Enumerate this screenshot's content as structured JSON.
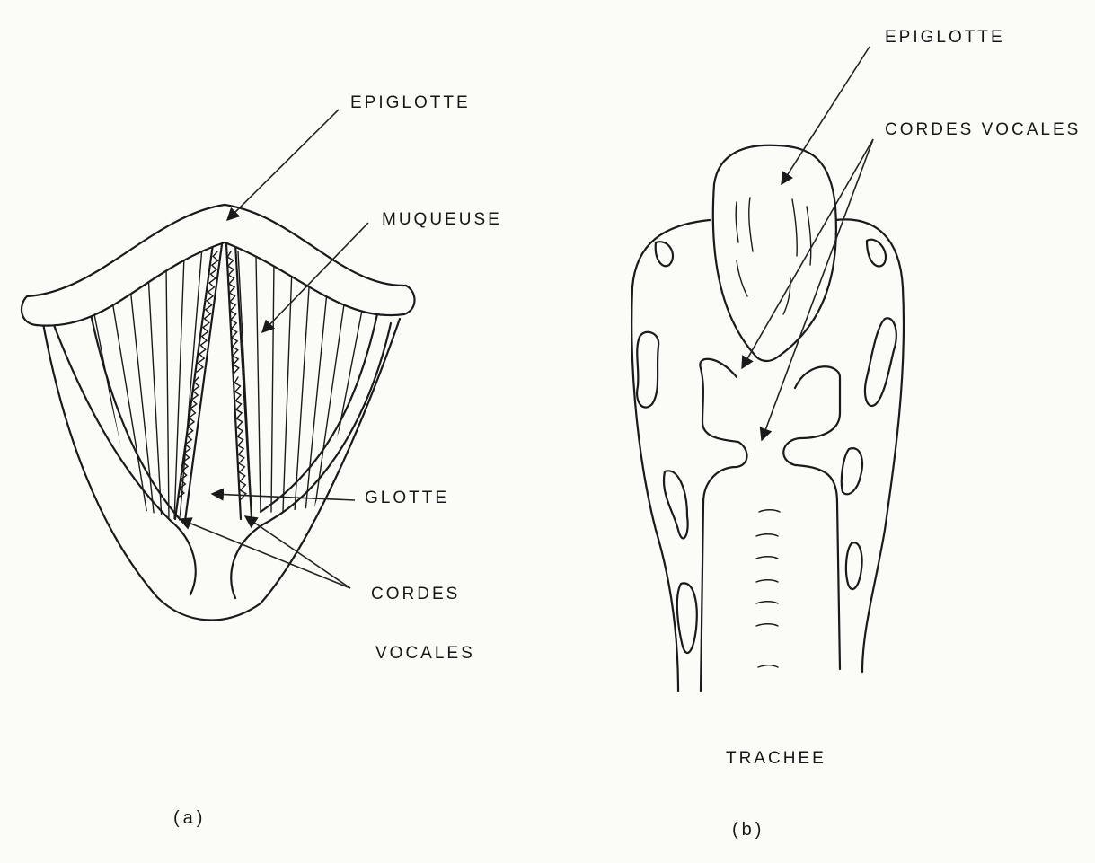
{
  "figure_a": {
    "labels": {
      "epiglotte": "EPIGLOTTE",
      "muqueuse": "MUQUEUSE",
      "glotte": "GLOTTE",
      "cordes": "CORDES",
      "vocales": "VOCALES"
    },
    "caption": "(a)"
  },
  "figure_b": {
    "labels": {
      "epiglotte": "EPIGLOTTE",
      "cordes_vocales": "CORDES VOCALES",
      "trachee": "TRACHEE"
    },
    "caption": "(b)"
  }
}
